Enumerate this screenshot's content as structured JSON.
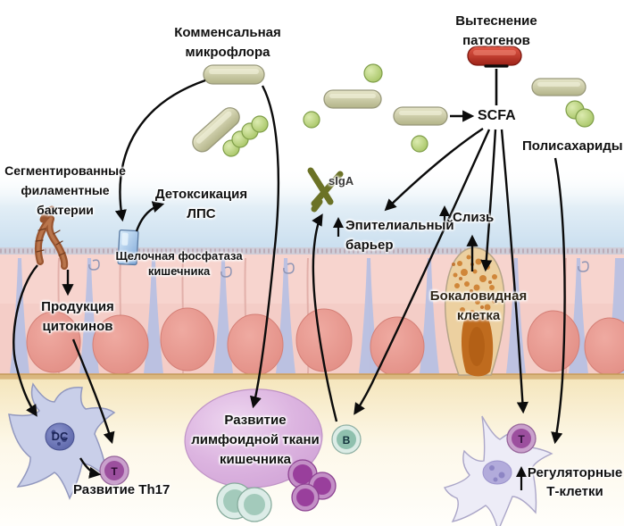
{
  "palette": {
    "bacteria_green": "#b9c48f",
    "pathogen_red": "#c23a2c",
    "epithelium_pink": "#f3ccc6",
    "intercell_lavender": "#b9c1e3",
    "lamina_cream": "#f5e6bd",
    "lymphoid_purple": "#d9afdd",
    "mucus_blue": "#c6dcee",
    "goblet_orange": "#cf8334",
    "antibody_olive": "#6b7226",
    "arrow_black": "#0b0b0b"
  },
  "labels": {
    "commensal": {
      "line1": "Комменсальная",
      "line2": "микрофлора"
    },
    "pathogen_displacement": {
      "line1": "Вытеснение",
      "line2": "патогенов"
    },
    "sfb": {
      "line1": "Сегментированные",
      "line2": "филаментные",
      "line3": "бактерии"
    },
    "lps_detox": {
      "line1": "Детоксикация",
      "line2": "ЛПС"
    },
    "alkaline_phosphatase": {
      "line1": "Щелочная фосфатаза",
      "line2": "кишечника"
    },
    "scfa": "SCFA",
    "siga": "sIgA",
    "epithelial_barrier": {
      "line1": "Эпителиальный",
      "line2": "барьер"
    },
    "mucus": "Слизь",
    "polysaccharides": "Полисахариды",
    "goblet_cell": {
      "line1": "Бокаловидная",
      "line2": "клетка"
    },
    "cytokine_production": {
      "line1": "Продукция",
      "line2": "цитокинов"
    },
    "lymphoid_tissue": {
      "line1": "Развитие",
      "line2": "лимфоидной ткани",
      "line3": "кишечника"
    },
    "th17": "Развитие Th17",
    "treg": {
      "line1": "Регуляторные",
      "line2": "Т-клетки"
    },
    "cells": {
      "dc": "DC",
      "t_helper": "T",
      "b": "B",
      "t_reg": "T"
    }
  }
}
